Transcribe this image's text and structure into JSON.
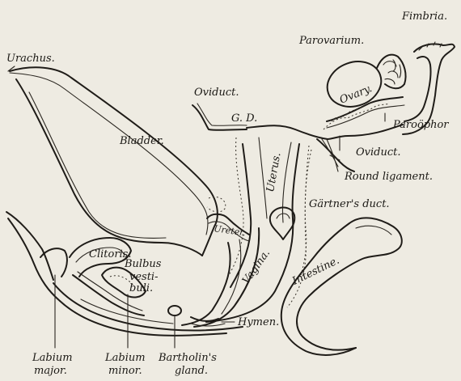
{
  "labels": {
    "urachus": "Urachus.",
    "bladder": "Bladder.",
    "oviduct_top": "Oviduct.",
    "gd": "G. D.",
    "uterus": "Uterus.",
    "fimbria": "Fimbria.",
    "parovarium": "Parovarium.",
    "ovary": "Ovary.",
    "paroophor": "Paroöphor",
    "oviduct_right": "Oviduct.",
    "round_ligament": "Round ligament.",
    "gartners_duct": "Gärtner's duct.",
    "ureter": "Ureter.",
    "vagina": "Vagina.",
    "intestine": "Intestine.",
    "clitoris": "Clitoris.",
    "bulbus_line1": "Bulbus",
    "bulbus_line2": "vesti-",
    "bulbus_line3": "buli.",
    "hymen": "Hymen.",
    "labium_major_1": "Labium",
    "labium_major_2": "major.",
    "labium_minor_1": "Labium",
    "labium_minor_2": "minor.",
    "bartholin_1": "Bartholin's",
    "bartholin_2": "gland."
  },
  "colors": {
    "ink": "#1f1c18",
    "paper": "#eeebe2"
  }
}
